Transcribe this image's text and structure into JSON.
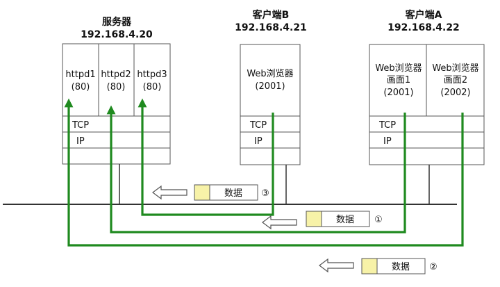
{
  "colors": {
    "path": "#1f8a1f",
    "packet_header": "#f7f2a8",
    "wire": "#333333",
    "box_stroke": "#555555"
  },
  "server": {
    "title": "服务器",
    "ip": "192.168.4.20",
    "processes": [
      {
        "name": "httpd1",
        "port": "(80)"
      },
      {
        "name": "httpd2",
        "port": "(80)"
      },
      {
        "name": "httpd3",
        "port": "(80)"
      }
    ],
    "layers": [
      "TCP",
      "IP"
    ]
  },
  "clientB": {
    "title": "客户端B",
    "ip": "192.168.4.21",
    "apps": [
      {
        "line1": "Web浏览器",
        "line2": "(2001)"
      }
    ],
    "layers": [
      "TCP",
      "IP"
    ]
  },
  "clientA": {
    "title": "客户端A",
    "ip": "192.168.4.22",
    "apps": [
      {
        "line1": "Web浏览器",
        "line2": "画面1",
        "line3": "(2001)"
      },
      {
        "line1": "Web浏览器",
        "line2": "画面2",
        "line3": "(2002)"
      }
    ],
    "layers": [
      "TCP",
      "IP"
    ]
  },
  "packets": [
    {
      "label": "数据",
      "marker": "③"
    },
    {
      "label": "数据",
      "marker": "①"
    },
    {
      "label": "数据",
      "marker": "②"
    }
  ]
}
